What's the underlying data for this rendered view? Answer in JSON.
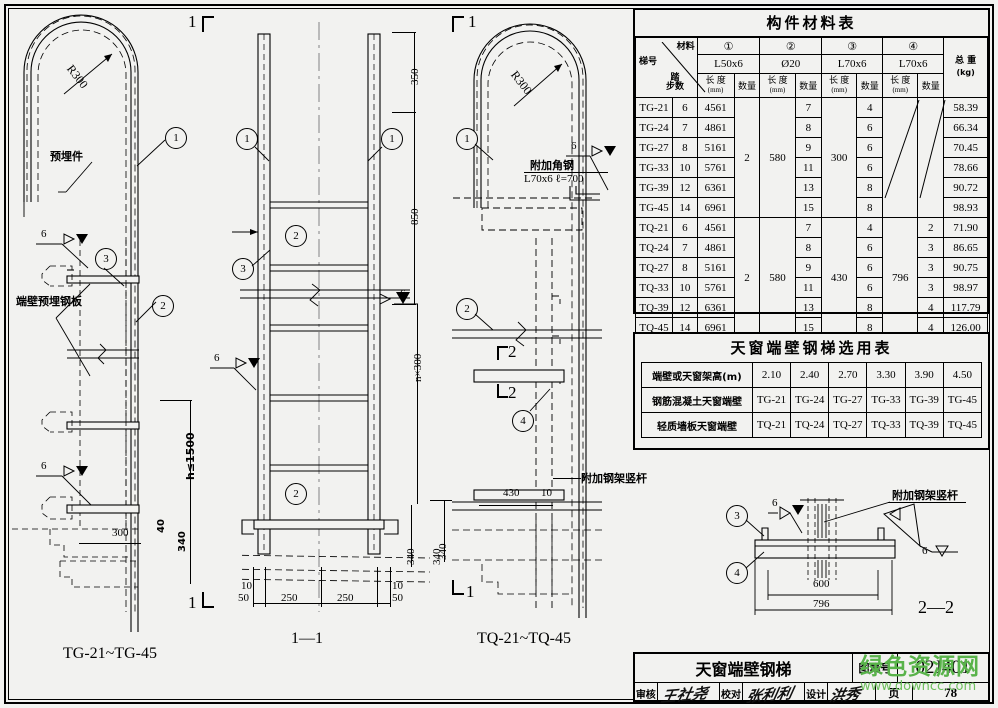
{
  "sheet": {
    "drawing_title": "天窗端壁钢梯",
    "atlas_label": "图集号",
    "atlas_number": "02J401",
    "page_label": "页",
    "page_number": "78",
    "reviewer_label": "审核",
    "reviewer_sig": "王社尧",
    "checker_label": "校对",
    "checker_sig": "张利利",
    "designer_label": "设计",
    "designer_sig": "洪秀",
    "watermark_main": "绿色资源网",
    "watermark_sub": "www.downcc.com"
  },
  "material_table": {
    "title": "构件材料表",
    "corner_material": "材料",
    "corner_ladder": "梯号",
    "corner_steps": "踏步数",
    "groups": [
      {
        "mark": "①",
        "spec": "L50x6"
      },
      {
        "mark": "②",
        "spec": "Ø20"
      },
      {
        "mark": "③",
        "spec": "L70x6"
      },
      {
        "mark": "④",
        "spec": "L70x6"
      }
    ],
    "sub_headers": {
      "length": "长 度",
      "length_unit": "(mm)",
      "qty": "数量"
    },
    "total_header": "总 重",
    "total_unit": "(kg)",
    "rows": [
      {
        "ladder": "TG-21",
        "steps": "6",
        "l1": "4561",
        "q1": "",
        "l2": "",
        "q2": "7",
        "l3": "",
        "q3": "4",
        "l4": "",
        "q4": "",
        "total": "58.39"
      },
      {
        "ladder": "TG-24",
        "steps": "7",
        "l1": "4861",
        "q1": "",
        "l2": "",
        "q2": "8",
        "l3": "",
        "q3": "6",
        "l4": "",
        "q4": "",
        "total": "66.34"
      },
      {
        "ladder": "TG-27",
        "steps": "8",
        "l1": "5161",
        "q1": "",
        "l2": "",
        "q2": "9",
        "l3": "",
        "q3": "6",
        "l4": "",
        "q4": "",
        "total": "70.45"
      },
      {
        "ladder": "TG-33",
        "steps": "10",
        "l1": "5761",
        "q1": "",
        "l2": "",
        "q2": "11",
        "l3": "",
        "q3": "6",
        "l4": "",
        "q4": "",
        "total": "78.66"
      },
      {
        "ladder": "TG-39",
        "steps": "12",
        "l1": "6361",
        "q1": "",
        "l2": "",
        "q2": "13",
        "l3": "",
        "q3": "8",
        "l4": "",
        "q4": "",
        "total": "90.72"
      },
      {
        "ladder": "TG-45",
        "steps": "14",
        "l1": "6961",
        "q1": "",
        "l2": "",
        "q2": "15",
        "l3": "",
        "q3": "8",
        "l4": "",
        "q4": "",
        "total": "98.93"
      },
      {
        "ladder": "TQ-21",
        "steps": "6",
        "l1": "4561",
        "q1": "",
        "l2": "",
        "q2": "7",
        "l3": "",
        "q3": "4",
        "l4": "",
        "q4": "2",
        "total": "71.90"
      },
      {
        "ladder": "TQ-24",
        "steps": "7",
        "l1": "4861",
        "q1": "",
        "l2": "",
        "q2": "8",
        "l3": "",
        "q3": "6",
        "l4": "",
        "q4": "3",
        "total": "86.65"
      },
      {
        "ladder": "TQ-27",
        "steps": "8",
        "l1": "5161",
        "q1": "",
        "l2": "",
        "q2": "9",
        "l3": "",
        "q3": "6",
        "l4": "",
        "q4": "3",
        "total": "90.75"
      },
      {
        "ladder": "TQ-33",
        "steps": "10",
        "l1": "5761",
        "q1": "",
        "l2": "",
        "q2": "11",
        "l3": "",
        "q3": "6",
        "l4": "",
        "q4": "3",
        "total": "98.97"
      },
      {
        "ladder": "TQ-39",
        "steps": "12",
        "l1": "6361",
        "q1": "",
        "l2": "",
        "q2": "13",
        "l3": "",
        "q3": "8",
        "l4": "",
        "q4": "4",
        "total": "117.79"
      },
      {
        "ladder": "TQ-45",
        "steps": "14",
        "l1": "6961",
        "q1": "",
        "l2": "",
        "q2": "15",
        "l3": "",
        "q3": "8",
        "l4": "",
        "q4": "4",
        "total": "126.00"
      }
    ],
    "merged": {
      "tg_qty1": "2",
      "tg_len2": "580",
      "tg_len3": "300",
      "tq_qty1": "2",
      "tq_len2": "580",
      "tq_len3": "430",
      "tq_len4": "796"
    }
  },
  "selection_table": {
    "title": "天窗端壁钢梯选用表",
    "row_labels": [
      "端壁或天窗架高(m)",
      "钢筋混凝土天窗端壁",
      "轻质墙板天窗端壁"
    ],
    "heights": [
      "2.10",
      "2.40",
      "2.70",
      "3.30",
      "3.90",
      "4.50"
    ],
    "tg_row": [
      "TG-21",
      "TG-24",
      "TG-27",
      "TG-33",
      "TG-39",
      "TG-45"
    ],
    "tq_row": [
      "TQ-21",
      "TQ-24",
      "TQ-27",
      "TQ-33",
      "TQ-39",
      "TQ-45"
    ]
  },
  "view_left": {
    "caption": "TG-21~TG-45",
    "radius": "R300",
    "embed_part": "预埋件",
    "embed_plate": "端壁预埋钢板",
    "height_limit": "h≤1500",
    "dim_300": "300",
    "dim_40": "40",
    "dim_340": "340",
    "weld_6": "6",
    "section_mark": "1",
    "balloons": [
      "1",
      "3",
      "2"
    ]
  },
  "view_middle": {
    "caption": "1—1",
    "dim_350": "350",
    "dim_850": "850",
    "dim_n300": "n×300",
    "dim_340": "340",
    "dim_340b": "340",
    "dim_250a": "250",
    "dim_250b": "250",
    "dim_10a": "10",
    "dim_50a": "50",
    "dim_10b": "10",
    "dim_50b": "50",
    "weld_6a": "6",
    "weld_6b": "6",
    "balloons": [
      "1",
      "1",
      "2",
      "3",
      "2",
      "2"
    ]
  },
  "view_right": {
    "caption": "TQ-21~TQ-45",
    "radius": "R300",
    "extra_angle": "附加角钢",
    "extra_angle_spec": "L70x6  ℓ=700",
    "extra_frame_post": "附加钢架竖杆",
    "weld_6": "6",
    "dim_430": "430",
    "dim_10": "10",
    "dim_340": "340",
    "section_mark_top": "1",
    "section_mark_bottom": "1",
    "section_2_top": "2",
    "section_2_bottom": "2",
    "balloons": [
      "1",
      "2",
      "4"
    ]
  },
  "detail_22": {
    "caption": "2—2",
    "extra_frame_post": "附加钢架竖杆",
    "dim_600": "600",
    "dim_796": "796",
    "weld_6a": "6",
    "weld_6b": "6",
    "balloons": [
      "3",
      "4"
    ]
  }
}
